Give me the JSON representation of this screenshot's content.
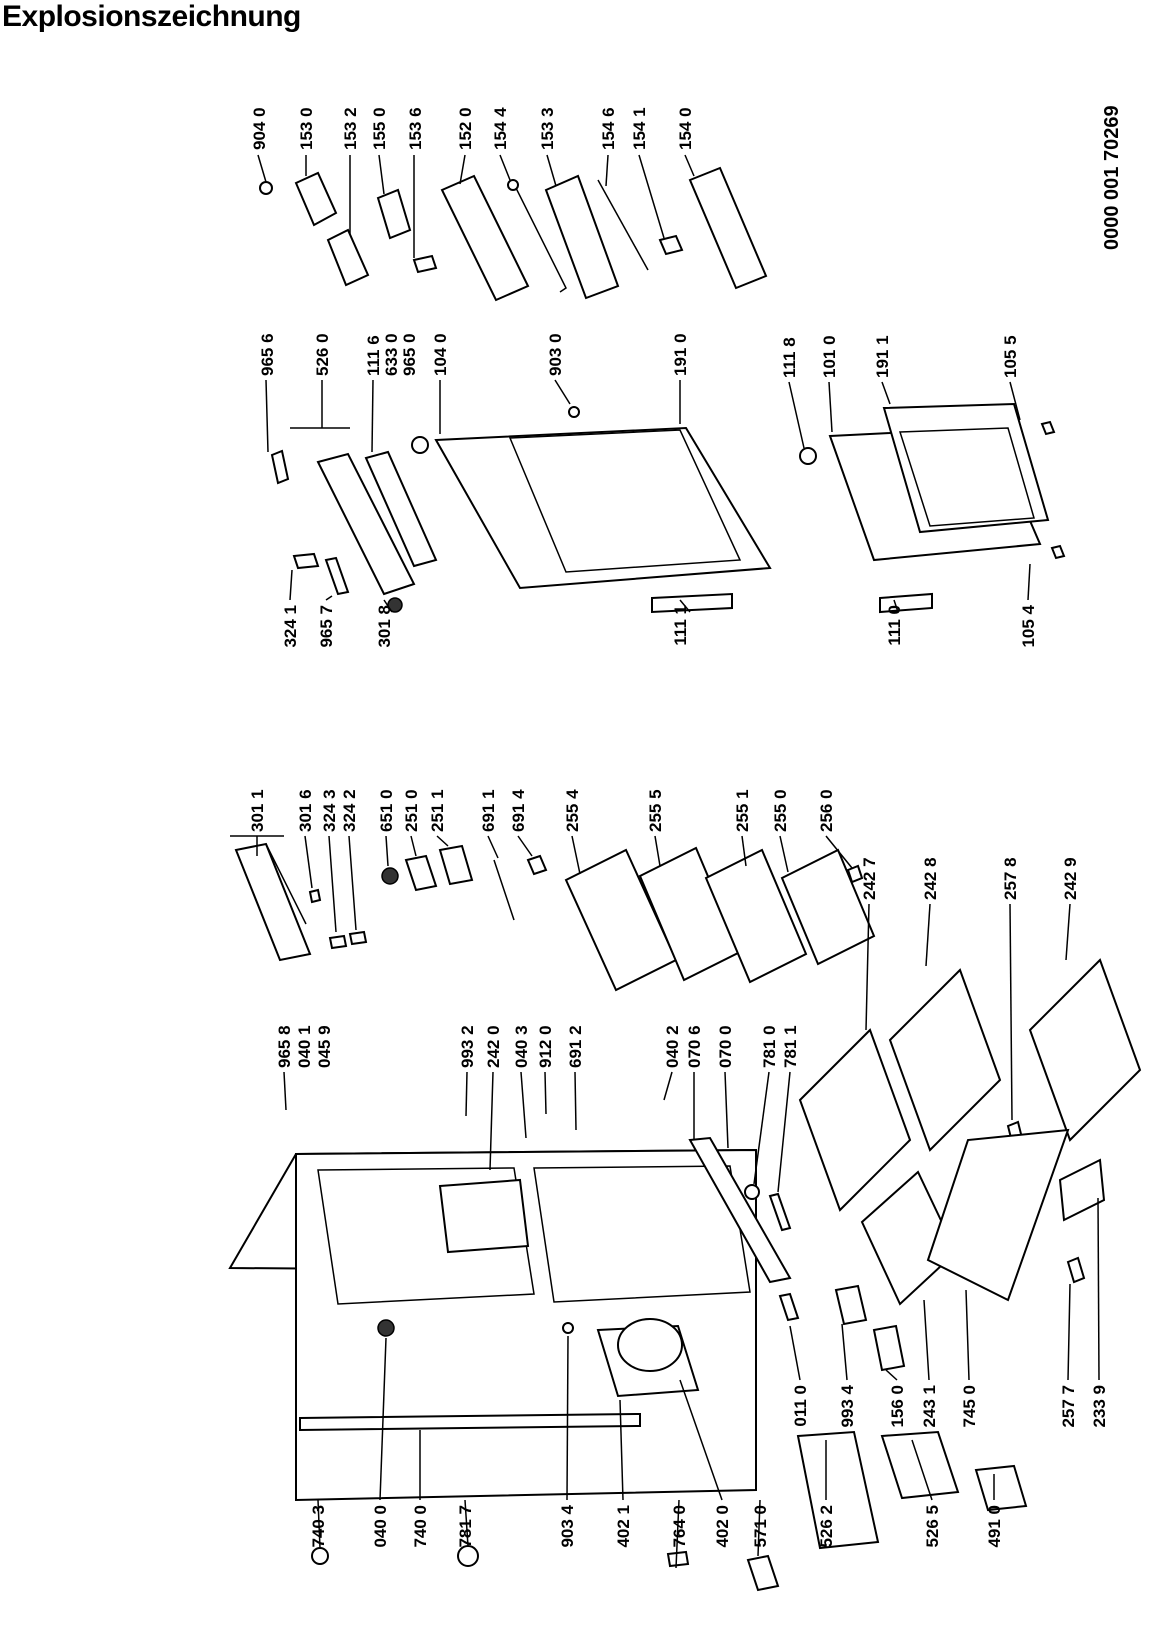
{
  "title": "Explosionszeichnung",
  "drawing_code": "0000 001 70269",
  "labels": {
    "l9040": "904 0",
    "l1530": "153 0",
    "l1532": "153 2",
    "l1550": "155 0",
    "l1536": "153 6",
    "l1520": "152 0",
    "l1544": "154 4",
    "l1533": "153 3",
    "l1546": "154 6",
    "l1541": "154 1",
    "l1540": "154 0",
    "l9656": "965 6",
    "l5260": "526 0",
    "l1116": "111 6",
    "l6330": "633 0",
    "l9650": "965 0",
    "l1040": "104 0",
    "l9030": "903 0",
    "l1910": "191 0",
    "l1118": "111 8",
    "l1010": "101 0",
    "l1911": "191 1",
    "l1055": "105 5",
    "l3241": "324 1",
    "l9657": "965 7",
    "l3018": "301 8",
    "l1111": "111 1",
    "l1110": "111 0",
    "l1054": "105 4",
    "l3011": "301 1",
    "l3016": "301 6",
    "l3243": "324 3",
    "l3242": "324 2",
    "l6510": "651 0",
    "l2510": "251 0",
    "l2511": "251 1",
    "l6911": "691 1",
    "l6914": "691 4",
    "l2554": "255 4",
    "l2555": "255 5",
    "l2551": "255 1",
    "l2550": "255 0",
    "l2560": "256 0",
    "l9658": "965 8",
    "l0401": "040 1",
    "l0459": "045 9",
    "l9932": "993 2",
    "l2420": "242 0",
    "l0403": "040 3",
    "l9120": "912 0",
    "l6912": "691 2",
    "l0402": "040 2",
    "l0706": "070 6",
    "l0700": "070 0",
    "l7810": "781 0",
    "l7811": "781 1",
    "l2427": "242 7",
    "l2428": "242 8",
    "l2578": "257 8",
    "l2429": "242 9",
    "l0110": "011 0",
    "l9934": "993 4",
    "l1560": "156 0",
    "l2431": "243 1",
    "l7450": "745 0",
    "l2577": "257 7",
    "l2339": "233 9",
    "l7403": "740 3",
    "l0400": "040 0",
    "l7400": "740 0",
    "l7817": "781 7",
    "l9034": "903 4",
    "l4021": "402 1",
    "l7640": "764 0",
    "l4020": "402 0",
    "l5710": "571 0",
    "l5262": "526 2",
    "l5265": "526 5",
    "l4910": "491 0"
  }
}
